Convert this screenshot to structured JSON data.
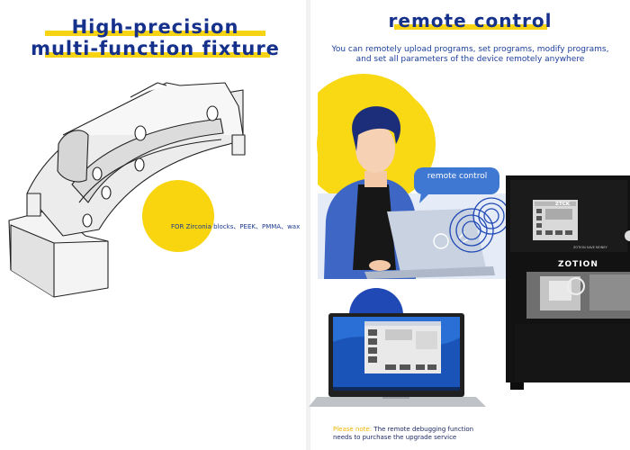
{
  "left_panel": {
    "title_line1": "High-precision",
    "title_line2": "multi-function fixture",
    "caption": "FOR  Zirconia blocks、PEEK、PMMA、wax"
  },
  "right_panel": {
    "title": "remote control",
    "subtitle_line1": "You can remotely upload programs, set programs, modify programs,",
    "subtitle_line2": "and set all parameters of the device remotely anywhere",
    "bubble_label": "remote control",
    "machine": {
      "brand": "ZOTION",
      "panel_brand": "ZTCK",
      "panel_small": "ZOTION SAVE MONEY"
    },
    "note": {
      "prefix": "Please note:",
      "line1_rest": " The remote debugging function",
      "line2": "needs to purchase the upgrade service"
    }
  },
  "colors": {
    "title_blue": "#16318c",
    "highlight_yellow": "#f6d313",
    "circle_blue": "#2149b5",
    "bubble_blue": "#3e74cf",
    "machine_black": "#111111"
  }
}
